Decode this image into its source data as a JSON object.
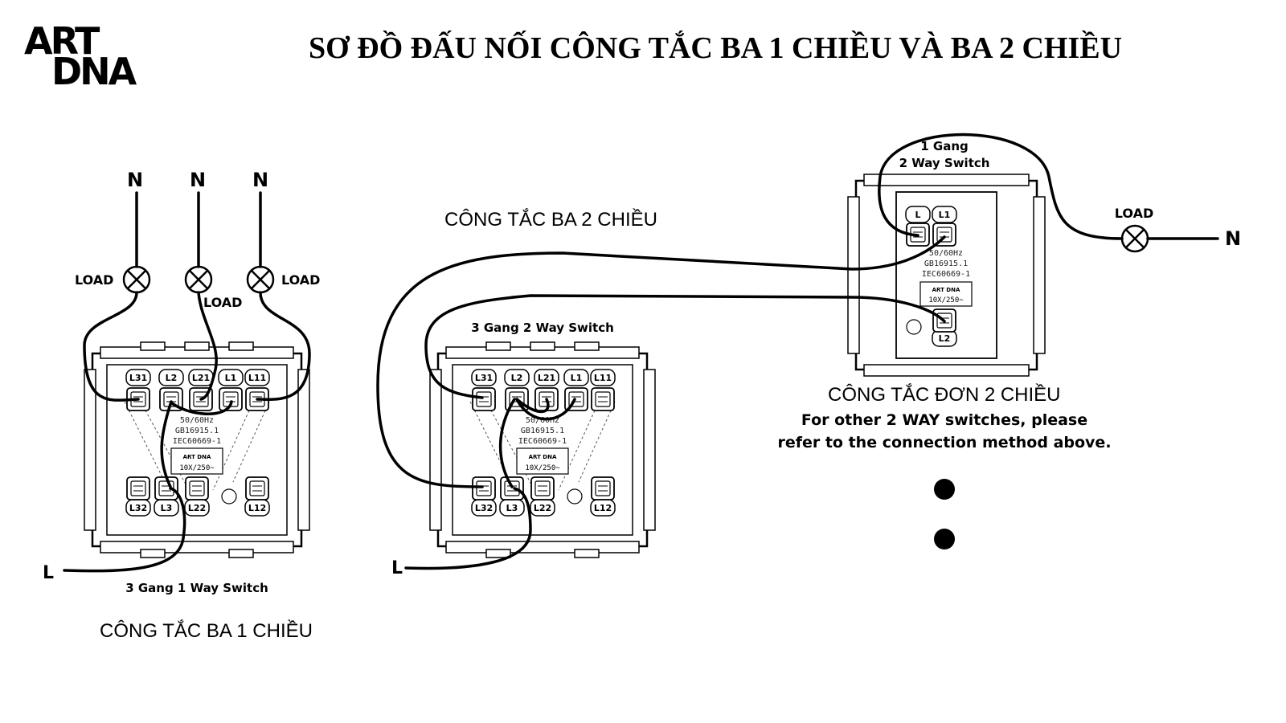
{
  "logo": {
    "line1": "ART",
    "line2": "DNA",
    "brand_color": "#000000"
  },
  "title": "SƠ ĐỒ ĐẤU NỐI CÔNG TẮC BA 1 CHIỀU VÀ BA 2 CHIỀU",
  "left_section": {
    "neutral_labels": [
      "N",
      "N",
      "N"
    ],
    "load_labels": [
      "LOAD",
      "LOAD",
      "LOAD"
    ],
    "live_label": "L",
    "switch_name": "3 Gang 1 Way Switch",
    "caption": "CÔNG TẮC BA 1 CHIỀU"
  },
  "middle_section": {
    "caption": "CÔNG TẮC BA 2 CHIỀU",
    "switch_name": "3 Gang 2 Way Switch",
    "live_label": "L"
  },
  "right_section": {
    "switch_name_line1": "1 Gang",
    "switch_name_line2": "2 Way Switch",
    "load_label": "LOAD",
    "neutral_label": "N",
    "caption": "CÔNG TẮC ĐƠN 2 CHIỀU",
    "note_line1": "For other 2 WAY switches, please",
    "note_line2": "refer to the connection method above."
  },
  "gang3_terminals": {
    "top": [
      "L31",
      "L2",
      "L21",
      "L1",
      "L11"
    ],
    "bottom": [
      "L32",
      "L3",
      "L22",
      "L12"
    ],
    "spec1": "50/60Hz",
    "spec2": "GB16915.1",
    "spec3": "IEC60669-1",
    "rating": "10X/250~",
    "mini_logo": "ART DNA"
  },
  "gang1_terminals": {
    "top": [
      "L",
      "L1"
    ],
    "bottom": [
      "L2"
    ],
    "spec1": "50/60Hz",
    "spec2": "GB16915.1",
    "spec3": "IEC60669-1",
    "rating": "10X/250~",
    "mini_logo": "ART DNA"
  }
}
